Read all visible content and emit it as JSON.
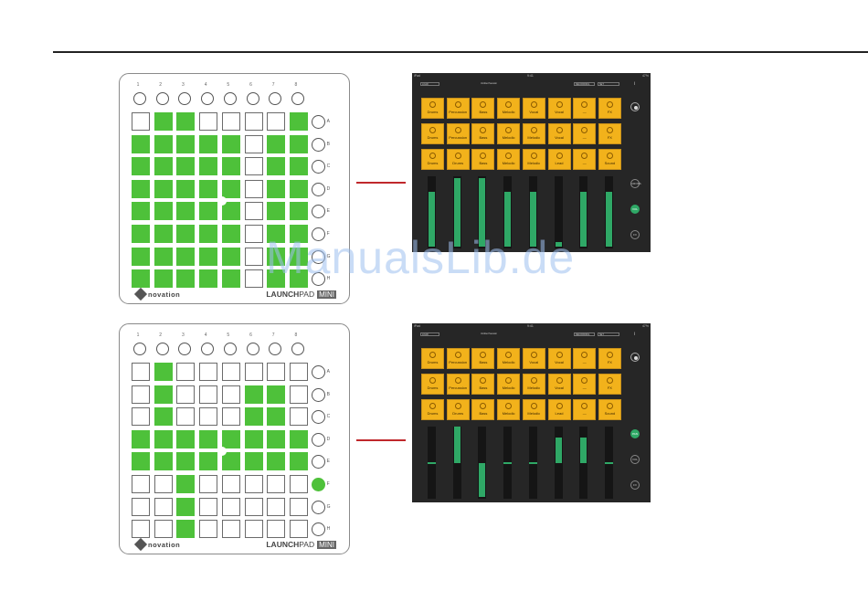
{
  "watermark": "ManualsLib.de",
  "launchpad": {
    "column_numbers": [
      "1",
      "2",
      "3",
      "4",
      "5",
      "6",
      "7",
      "8"
    ],
    "row_letters": [
      "A",
      "B",
      "C",
      "D",
      "E",
      "F",
      "G",
      "H"
    ],
    "logo_text": "novation",
    "brand_launch": "LAUNCH",
    "brand_pad": "PAD",
    "brand_mini": "MINI"
  },
  "panels": [
    {
      "pads": [
        [
          0,
          1,
          1,
          0,
          0,
          0,
          0,
          1
        ],
        [
          1,
          1,
          1,
          1,
          1,
          0,
          1,
          1
        ],
        [
          1,
          1,
          1,
          1,
          1,
          0,
          1,
          1
        ],
        [
          1,
          1,
          1,
          1,
          1,
          0,
          1,
          1
        ],
        [
          1,
          1,
          1,
          1,
          1,
          0,
          1,
          1
        ],
        [
          1,
          1,
          1,
          1,
          1,
          0,
          1,
          1
        ],
        [
          1,
          1,
          1,
          1,
          1,
          0,
          1,
          1
        ],
        [
          1,
          1,
          1,
          1,
          1,
          0,
          1,
          1
        ]
      ],
      "side_active": [
        0,
        0,
        0,
        0,
        0,
        0,
        0,
        0
      ],
      "ipad": {
        "mode_active": "VOL",
        "faders": [
          0.8,
          1.0,
          1.0,
          0.8,
          0.8,
          0.07,
          0.8,
          0.8
        ],
        "fader_type": "level"
      }
    },
    {
      "pads": [
        [
          0,
          1,
          0,
          0,
          0,
          0,
          0,
          0
        ],
        [
          0,
          1,
          0,
          0,
          0,
          1,
          1,
          0
        ],
        [
          0,
          1,
          0,
          0,
          0,
          1,
          1,
          0
        ],
        [
          1,
          1,
          1,
          1,
          1,
          1,
          1,
          1
        ],
        [
          1,
          1,
          1,
          1,
          1,
          1,
          1,
          1
        ],
        [
          0,
          0,
          1,
          0,
          0,
          0,
          0,
          0
        ],
        [
          0,
          0,
          1,
          0,
          0,
          0,
          0,
          0
        ],
        [
          0,
          0,
          1,
          0,
          0,
          0,
          0,
          0
        ]
      ],
      "side_active": [
        0,
        0,
        0,
        0,
        0,
        1,
        0,
        0
      ],
      "ipad": {
        "mode_active": "PAN",
        "faders": [
          0.5,
          0.0,
          1.0,
          0.5,
          0.5,
          0.15,
          0.15,
          0.5
        ],
        "fader_type": "pan"
      }
    }
  ],
  "ipad_ui": {
    "status_left": "iPad",
    "status_center": "9:41",
    "status_right": "47%",
    "top_left_btn": "LOAD",
    "top_center": "Untitled Session",
    "top_right_btn1": "RECORDING",
    "top_right_btn2": "SET",
    "info": "i",
    "mode_buttons": [
      "CROSS",
      "VOL",
      "FX"
    ],
    "mode_buttons_2": [
      "PAN",
      "VOL",
      "FX"
    ],
    "cells": [
      [
        "Drums",
        "Percussion",
        "Bass",
        "Melodic",
        "Vocal",
        "Vocal",
        "—",
        "FX"
      ],
      [
        "Drums",
        "Percussion",
        "Bass",
        "Melodic",
        "Melodic",
        "Vocal",
        "—",
        "FX"
      ],
      [
        "Drums",
        "Drums",
        "Bass",
        "Melodic",
        "Melodic",
        "Lead",
        "—",
        "Sound"
      ]
    ]
  },
  "colors": {
    "pad_on": "#4ec13a",
    "cell_yellow": "#f2b21b",
    "fader_green": "#2fa866",
    "connector_red": "#c0282c"
  }
}
